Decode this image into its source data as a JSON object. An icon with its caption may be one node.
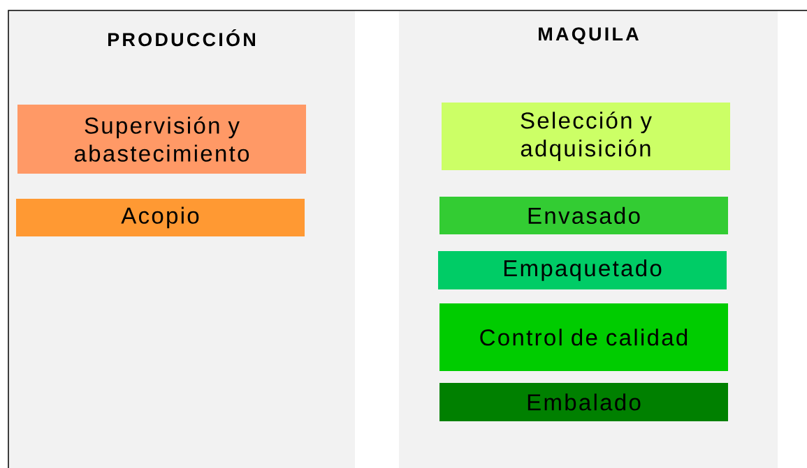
{
  "diagram": {
    "nodes": [
      {
        "text": [
          "PRODUCCIÓN"
        ]
      },
      {
        "text": [
          "Supervisión y abastecimiento"
        ],
        "in": 0
      },
      {
        "text": [
          "Acopio"
        ],
        "in": 0
      },
      {
        "text": [
          "MAQUILA"
        ]
      },
      {
        "text": [
          "Selección y adquisición"
        ],
        "in": 3
      },
      {
        "text": [
          "Envasado"
        ],
        "in": 3
      },
      {
        "text": [
          "Empaquetado"
        ],
        "in": 3
      },
      {
        "text": [
          "Control de calidad"
        ],
        "in": 3
      },
      {
        "text": [
          "Embalado"
        ],
        "in": 3
      }
    ]
  }
}
